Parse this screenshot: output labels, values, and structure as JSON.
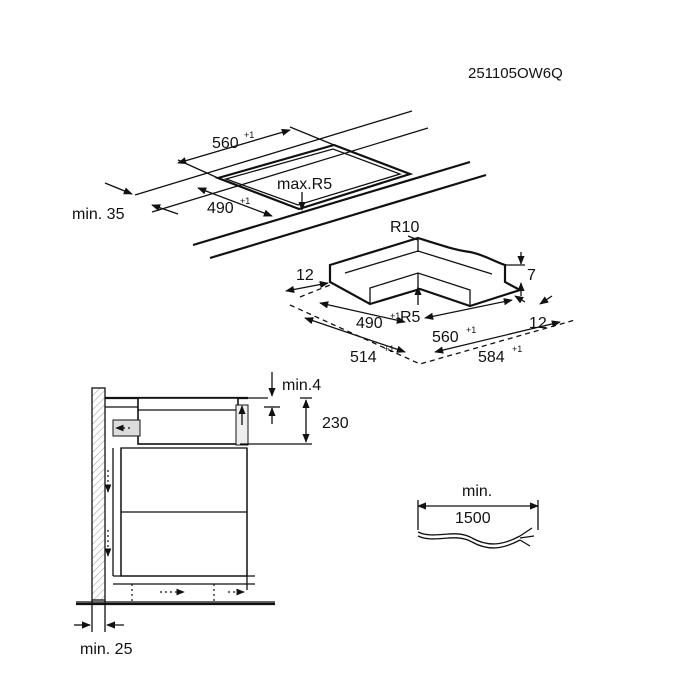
{
  "drawing_code": "251105OW6Q",
  "labels": {
    "cutout_width": "560",
    "cutout_depth": "490",
    "tolerance": "+1",
    "corner_radius": "max.R5",
    "wall_clearance": "min. 35",
    "frame_radius": "R10",
    "frame_height": "7",
    "frame_side_left": "12",
    "frame_side_right": "12",
    "frame_depth": "490",
    "frame_inner_radius": "R5",
    "frame_width": "560",
    "outer_depth": "514",
    "outer_width": "584",
    "top_clearance": "min.4",
    "unit_height": "230",
    "cable_caption": "min.",
    "cable_length": "1500",
    "rear_clearance": "min. 25"
  },
  "colors": {
    "line": "#111111",
    "fill_grey": "#d8d8d8",
    "wall_hatch": "#bdbdbd"
  }
}
